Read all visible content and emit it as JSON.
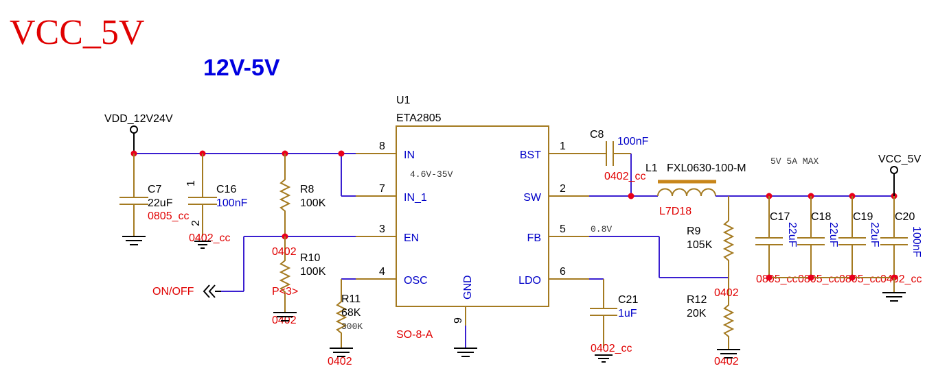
{
  "sheet": {
    "title": "VCC_5V",
    "subtitle": "12V-5V"
  },
  "ic": {
    "ref": "U1",
    "part": "ETA2805",
    "package": "SO-8-A",
    "vin_range": "4.6V-35V",
    "pins": {
      "in": {
        "num": "8",
        "name": "IN"
      },
      "in1": {
        "num": "7",
        "name": "IN_1"
      },
      "en": {
        "num": "3",
        "name": "EN"
      },
      "osc": {
        "num": "4",
        "name": "OSC"
      },
      "bst": {
        "num": "1",
        "name": "BST"
      },
      "sw": {
        "num": "2",
        "name": "SW"
      },
      "fb": {
        "num": "5",
        "name": "FB"
      },
      "ldo": {
        "num": "6",
        "name": "LDO"
      },
      "gnd": {
        "num": "9",
        "name": "GND"
      }
    }
  },
  "nets": {
    "vin": "VDD_12V24V",
    "vout": "VCC_5V",
    "onoff": "ON/OFF",
    "out_note": "5V 5A MAX",
    "fb_voltage": "0.8V"
  },
  "components": {
    "c7": {
      "ref": "C7",
      "value": "22uF",
      "footprint": "0805_cc"
    },
    "c16": {
      "ref": "C16",
      "value": "100nF",
      "footprint": "0402_cc",
      "pin1": "1",
      "pin2": "2"
    },
    "r8": {
      "ref": "R8",
      "value": "100K",
      "footprint": "0402"
    },
    "r10": {
      "ref": "R10",
      "value": "100K",
      "footprint": "0402",
      "note": "P<3>"
    },
    "r11": {
      "ref": "R11",
      "value": "68K",
      "footprint": "0402",
      "alt": "300K"
    },
    "c8": {
      "ref": "C8",
      "value": "100nF",
      "footprint": "0402_cc"
    },
    "l1": {
      "ref": "L1",
      "value": "FXL0630-100-M",
      "footprint": "L7D18"
    },
    "r9": {
      "ref": "R9",
      "value": "105K",
      "footprint": "0402"
    },
    "r12": {
      "ref": "R12",
      "value": "20K",
      "footprint": "0402"
    },
    "c21": {
      "ref": "C21",
      "value": "1uF",
      "footprint": "0402_cc"
    },
    "c17": {
      "ref": "C17",
      "value": "22uF",
      "footprint": "0805_cc"
    },
    "c18": {
      "ref": "C18",
      "value": "22uF",
      "footprint": "0805_cc"
    },
    "c19": {
      "ref": "C19",
      "value": "22uF",
      "footprint": "0805_cc"
    },
    "c20": {
      "ref": "C20",
      "value": "100nF",
      "footprint": "0402_cc"
    }
  }
}
